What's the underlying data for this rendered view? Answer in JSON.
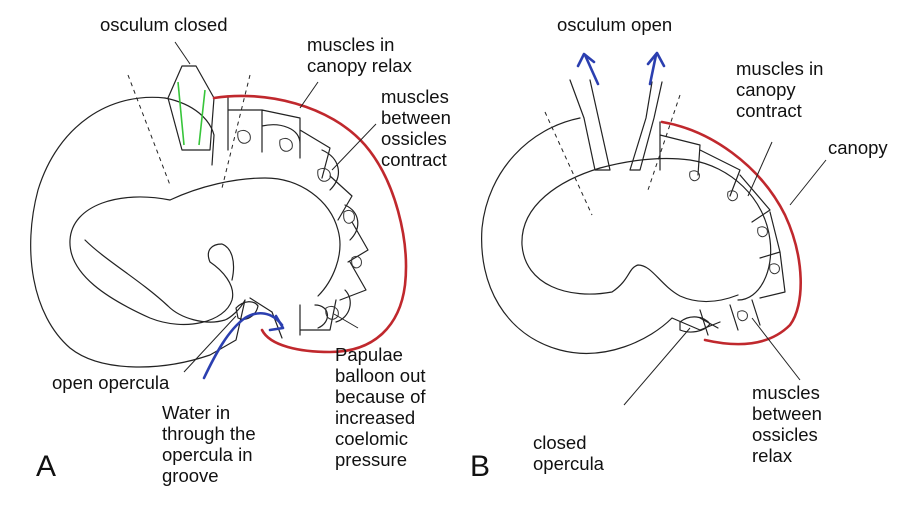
{
  "panel_a": {
    "letter": "A",
    "labels": {
      "osculum_closed": "osculum closed",
      "muscles_canopy_relax": "muscles in\ncanopy relax",
      "muscles_between_contract": "muscles\nbetween\nossicles\ncontract",
      "open_opercula": "open opercula",
      "water_in": "Water in\nthrough the\nopercula in\ngroove",
      "papulae": "Papulae\nballoon out\nbecause of\nincreased\ncoelomic\npressure"
    }
  },
  "panel_b": {
    "letter": "B",
    "labels": {
      "osculum_open": "osculum open",
      "muscles_canopy_contract": "muscles in\ncanopy\ncontract",
      "canopy": "canopy",
      "closed_opercula": "closed\nopercula",
      "muscles_between_relax": "muscles\nbetween\nossicles\nrelax"
    }
  },
  "colors": {
    "canopy": "#c0282d",
    "water_arrow": "#2b3fb0",
    "osculum_muscle": "#37c53a"
  }
}
